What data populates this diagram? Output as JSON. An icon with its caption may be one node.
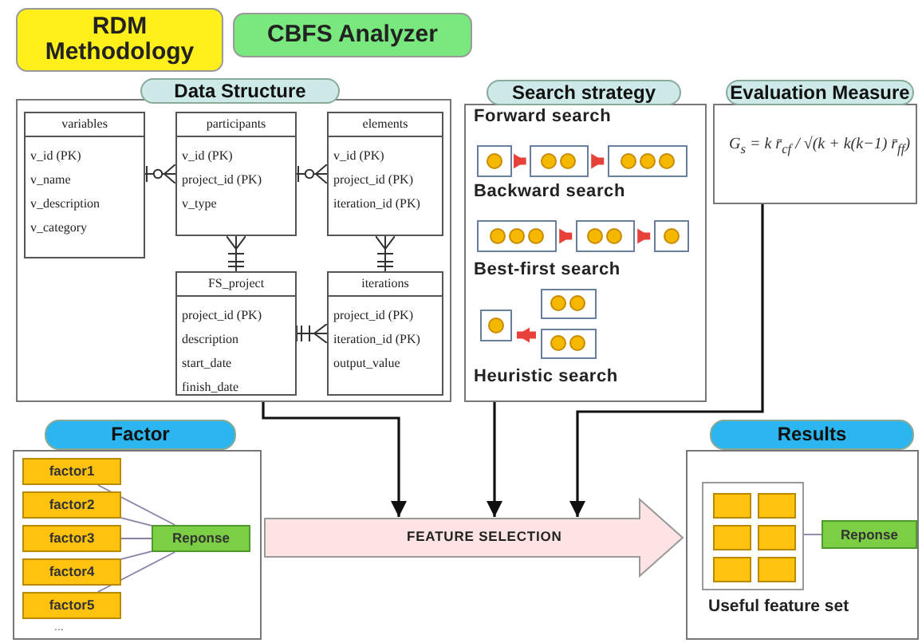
{
  "diagram": {
    "nodes": [
      {
        "text": [
          "RDM Methodology"
        ]
      },
      {
        "text": [
          "CBFS Analyzer"
        ]
      },
      {
        "text": [
          "Data Structure"
        ]
      },
      {
        "text": [
          "variables",
          "v_id (PK)",
          "v_name",
          "v_description",
          "v_category"
        ],
        "in": 2
      },
      {
        "text": [
          "participants",
          "v_id (PK)",
          "project_id (PK)",
          "v_type"
        ],
        "in": 2
      },
      {
        "text": [
          "elements",
          "v_id (PK)",
          "project_id (PK)",
          "iteration_id (PK)"
        ],
        "in": 2
      },
      {
        "text": [
          "FS_project",
          "project_id (PK)",
          "description",
          "start_date",
          "finish_date"
        ],
        "in": 2
      },
      {
        "text": [
          "iterations",
          "project_id (PK)",
          "iteration_id (PK)",
          "output_value"
        ],
        "in": 2
      },
      {
        "text": [
          "Search strategy",
          "Forward search",
          "Backward search",
          "Best-first search",
          "Heuristic search"
        ]
      },
      {
        "text": [],
        "shape": "box",
        "in": 8
      },
      {
        "text": [],
        "shape": "box",
        "in": 8
      },
      {
        "text": [],
        "shape": "box",
        "in": 8
      },
      {
        "text": [],
        "shape": "box",
        "in": 8
      },
      {
        "text": [],
        "shape": "box",
        "in": 8
      },
      {
        "text": [],
        "shape": "box",
        "in": 8
      },
      {
        "text": [],
        "shape": "box",
        "in": 8
      },
      {
        "text": [],
        "shape": "box",
        "in": 8
      },
      {
        "text": [],
        "shape": "box",
        "in": 8
      },
      {
        "text": [
          "Evaluation Measure",
          "G$_{s}$ = k r̄$_{cf}$ / √(k + k(k−1) r̄$_{ff}$)"
        ]
      },
      {
        "text": [
          "Factor"
        ]
      },
      {
        "text": [
          "factor1"
        ],
        "in": 19
      },
      {
        "text": [
          "factor2"
        ],
        "in": 19
      },
      {
        "text": [
          "factor3"
        ],
        "in": 19
      },
      {
        "text": [
          "factor4"
        ],
        "in": 19
      },
      {
        "text": [
          "factor5"
        ],
        "in": 19,
        "beside": [
          "..."
        ]
      },
      {
        "text": [
          "Reponse"
        ],
        "in": 19
      },
      {
        "text": [
          "FEATURE SELECTION"
        ]
      },
      {
        "text": [
          "Results"
        ]
      },
      {
        "text": [],
        "shape": "box",
        "in": 27,
        "beside": [
          "Useful feature set"
        ]
      },
      {
        "text": [
          "Reponse"
        ],
        "in": 27
      }
    ],
    "edges": [
      {
        "from": 3,
        "to": 4,
        "arrow": "other",
        "color": "#333333"
      },
      {
        "from": 4,
        "to": 5,
        "arrow": "other",
        "color": "#333333"
      },
      {
        "from": 6,
        "to": 4,
        "arrow": "other",
        "color": "#333333"
      },
      {
        "from": 7,
        "to": 5,
        "arrow": "other",
        "color": "#333333"
      },
      {
        "from": 6,
        "to": 7,
        "arrow": "other",
        "color": "#333333"
      },
      {
        "from": 20,
        "to": 25,
        "arrow": "none",
        "color": "#8a7fa8"
      },
      {
        "from": 21,
        "to": 25,
        "arrow": "none",
        "color": "#8a7fa8"
      },
      {
        "from": 22,
        "to": 25,
        "arrow": "none",
        "color": "#8a7fa8"
      },
      {
        "from": 23,
        "to": 25,
        "arrow": "none",
        "color": "#8a7fa8"
      },
      {
        "from": 24,
        "to": 25,
        "arrow": "none",
        "color": "#8a7fa8"
      },
      {
        "from": 9,
        "to": 10,
        "arrow": "to",
        "style": "thick",
        "color": "#e8413a"
      },
      {
        "from": 10,
        "to": 11,
        "arrow": "to",
        "style": "thick",
        "color": "#e8413a"
      },
      {
        "from": 12,
        "to": 13,
        "arrow": "to",
        "style": "thick",
        "color": "#e8413a"
      },
      {
        "from": 13,
        "to": 14,
        "arrow": "to",
        "style": "thick",
        "color": "#e8413a"
      },
      {
        "from": 17,
        "to": 15,
        "arrow": "to",
        "style": "thick",
        "color": "#e8413a"
      },
      {
        "from": 2,
        "to": 26,
        "arrow": "to",
        "color": "#111111"
      },
      {
        "from": 8,
        "to": 26,
        "arrow": "to",
        "color": "#111111"
      },
      {
        "from": 18,
        "to": 26,
        "arrow": "to",
        "color": "#111111"
      },
      {
        "from": 28,
        "to": 29,
        "arrow": "none",
        "color": "#8a7fa8"
      }
    ]
  }
}
